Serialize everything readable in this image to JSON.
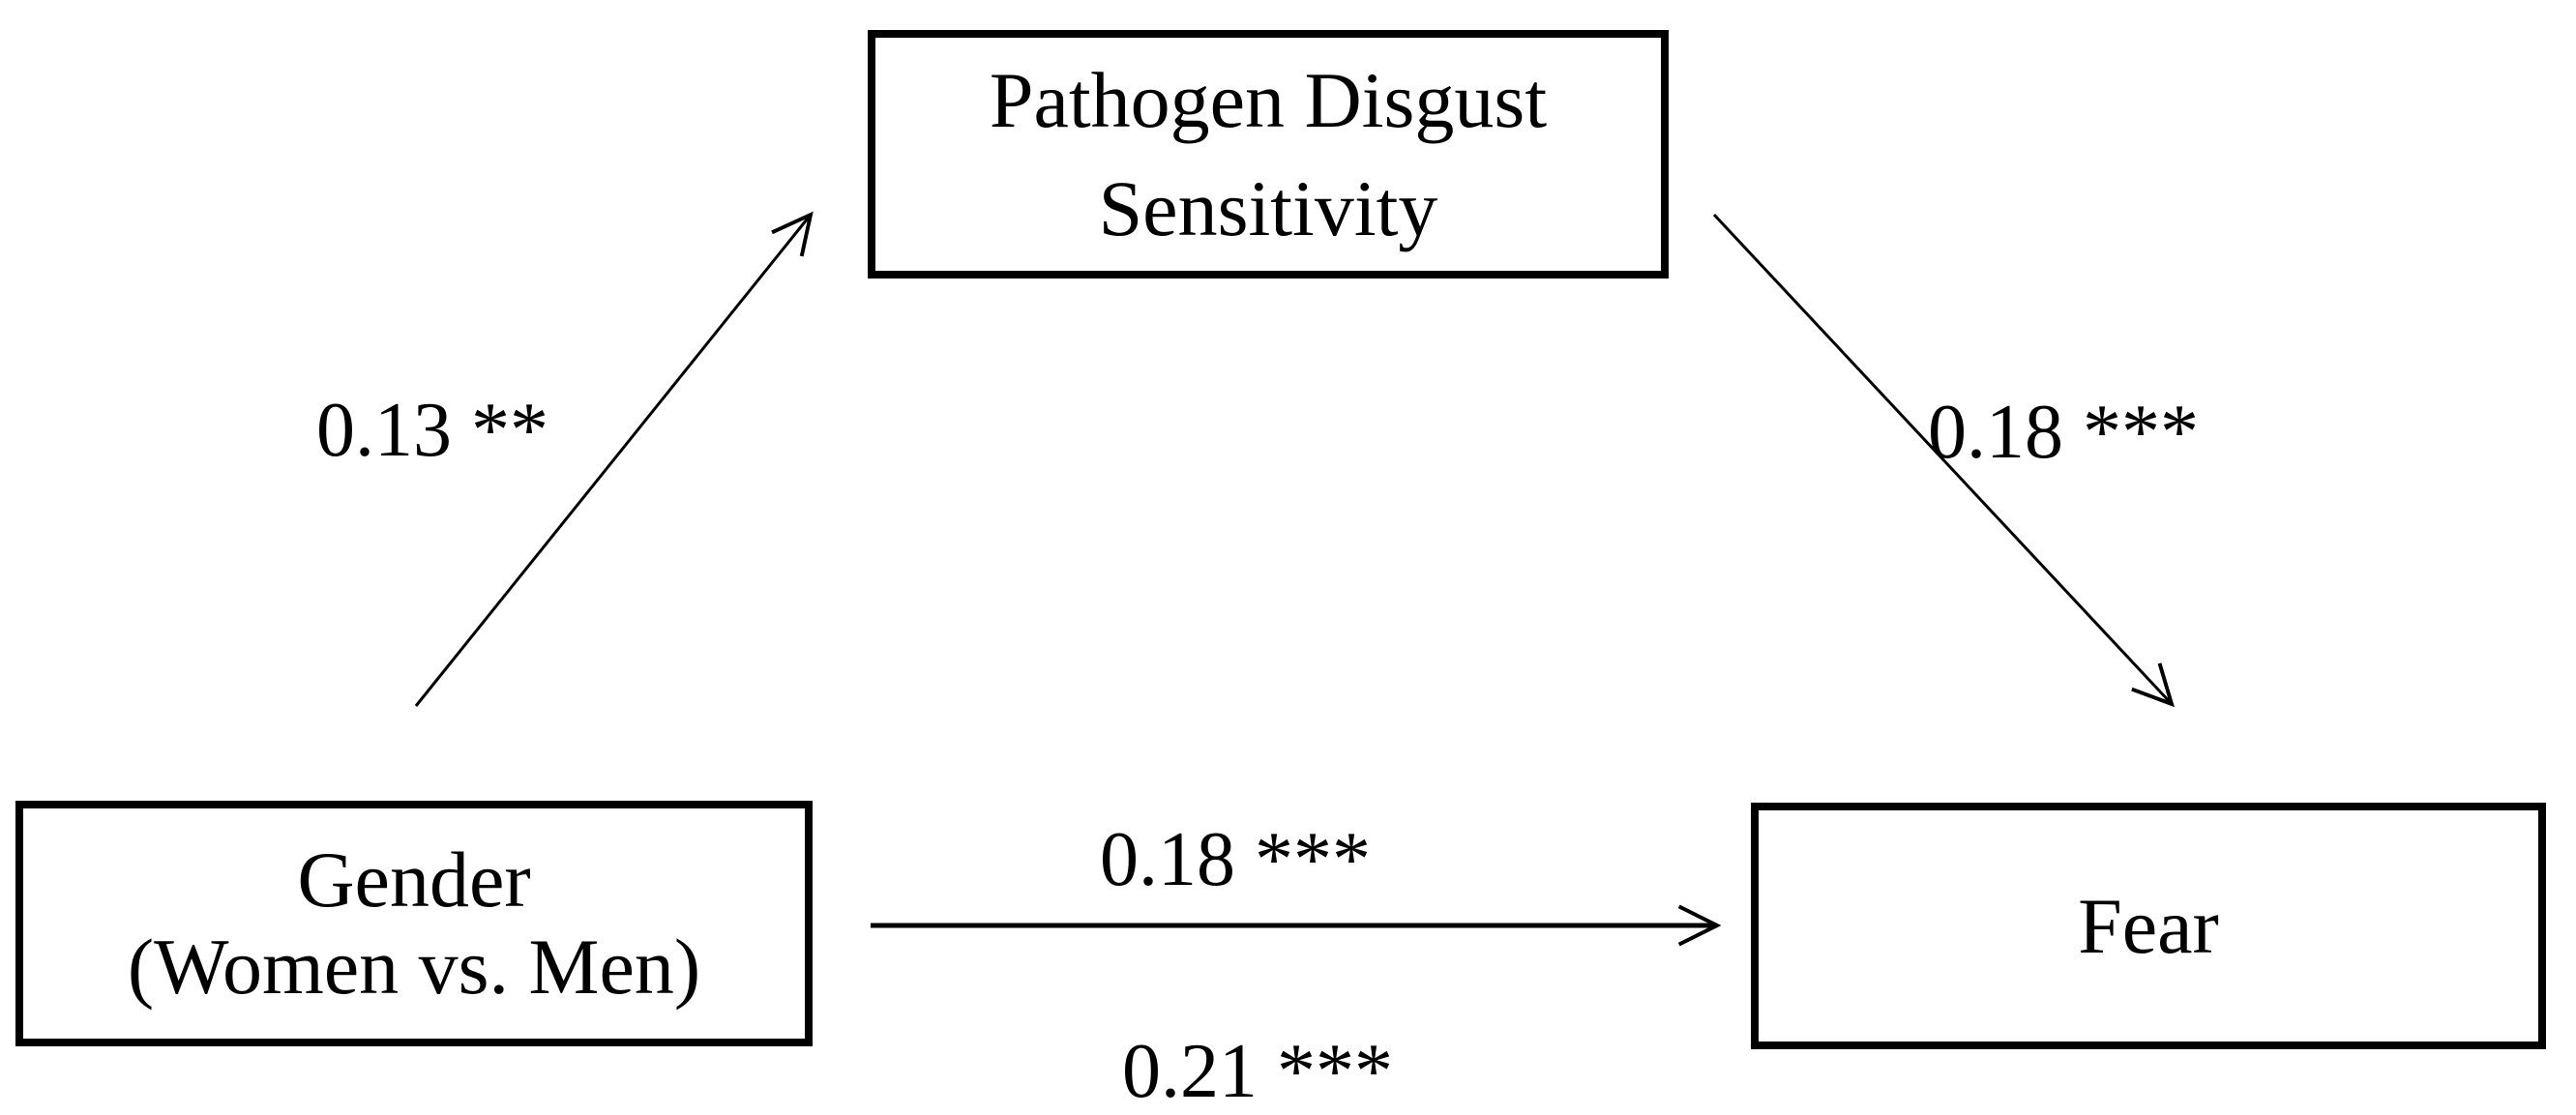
{
  "figure": {
    "kind": "mediation-path-model",
    "background_color": "#ffffff",
    "line_color": "#000000",
    "text_color": "#000000"
  },
  "nodes": {
    "mediator": {
      "line1": "Pathogen Disgust",
      "line2": "Sensitivity"
    },
    "predictor": {
      "line1": "Gender",
      "line2": "(Women vs. Men)"
    },
    "outcome": {
      "label": "Fear"
    }
  },
  "paths": {
    "a": {
      "from": "predictor",
      "to": "mediator",
      "label": "0.13 **",
      "coefficient": 0.13,
      "significance": "**"
    },
    "b": {
      "from": "mediator",
      "to": "outcome",
      "label": "0.18 ***",
      "coefficient": 0.18,
      "significance": "***"
    },
    "c_direct": {
      "from": "predictor",
      "to": "outcome",
      "label": "0.18 ***",
      "coefficient": 0.18,
      "significance": "***"
    },
    "c_total": {
      "from": "predictor",
      "to": "outcome",
      "label": "0.21 ***",
      "coefficient": 0.21,
      "significance": "***"
    }
  }
}
